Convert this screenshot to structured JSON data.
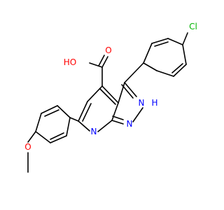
{
  "colors": {
    "background": "#ffffff",
    "bond": "#000000",
    "oxygen": "#ff0000",
    "nitrogen": "#0000ff",
    "chlorine": "#00b400"
  },
  "labels": {
    "hydroxyl": "HO",
    "carbonyl_o": "O",
    "pyridine_n": "N",
    "pyrazole_n": "N",
    "pyrazole_nh": "N",
    "pyrazole_h": "H",
    "chlorine": "Cl",
    "methoxy_o": "O"
  }
}
